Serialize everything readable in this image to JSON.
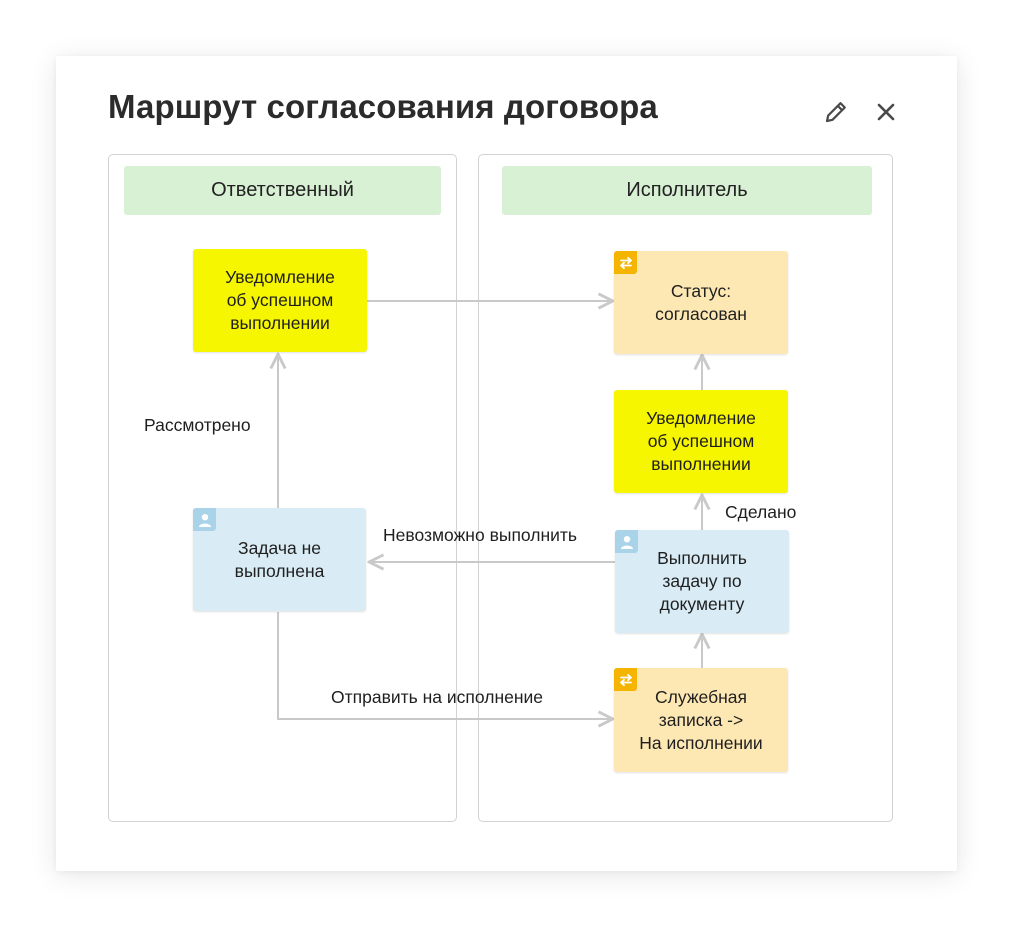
{
  "dialog": {
    "title": "Маршрут согласования договора",
    "edit_icon": "pencil-icon",
    "close_icon": "close-icon"
  },
  "lanes": {
    "left": "Ответственный",
    "right": "Исполнитель"
  },
  "nodes": {
    "notify_left": "Уведомление\nоб успешном\nвыполнении",
    "task_failed": "Задача не\nвыполнена",
    "status_agreed": "Статус:\nсогласован",
    "notify_right": "Уведомление\nоб успешном\nвыполнении",
    "do_task": "Выполнить\nзадачу по\nдокументу",
    "memo": "Служебная\nзаписка ->\nНа исполнении"
  },
  "edges": {
    "reviewed": "Рассмотрено",
    "impossible": "Невозможно выполнить",
    "done": "Сделано",
    "send": "Отправить на исполнение"
  },
  "colors": {
    "notification": "#f6f600",
    "status": "#fde7b3",
    "task": "#d9ecf5",
    "lane_header": "#d8f0d3",
    "connector": "#c9c9c9"
  },
  "node_icons": {
    "status_agreed": "swap-arrows-icon",
    "memo": "swap-arrows-icon",
    "task_failed": "user-icon",
    "do_task": "user-icon"
  }
}
